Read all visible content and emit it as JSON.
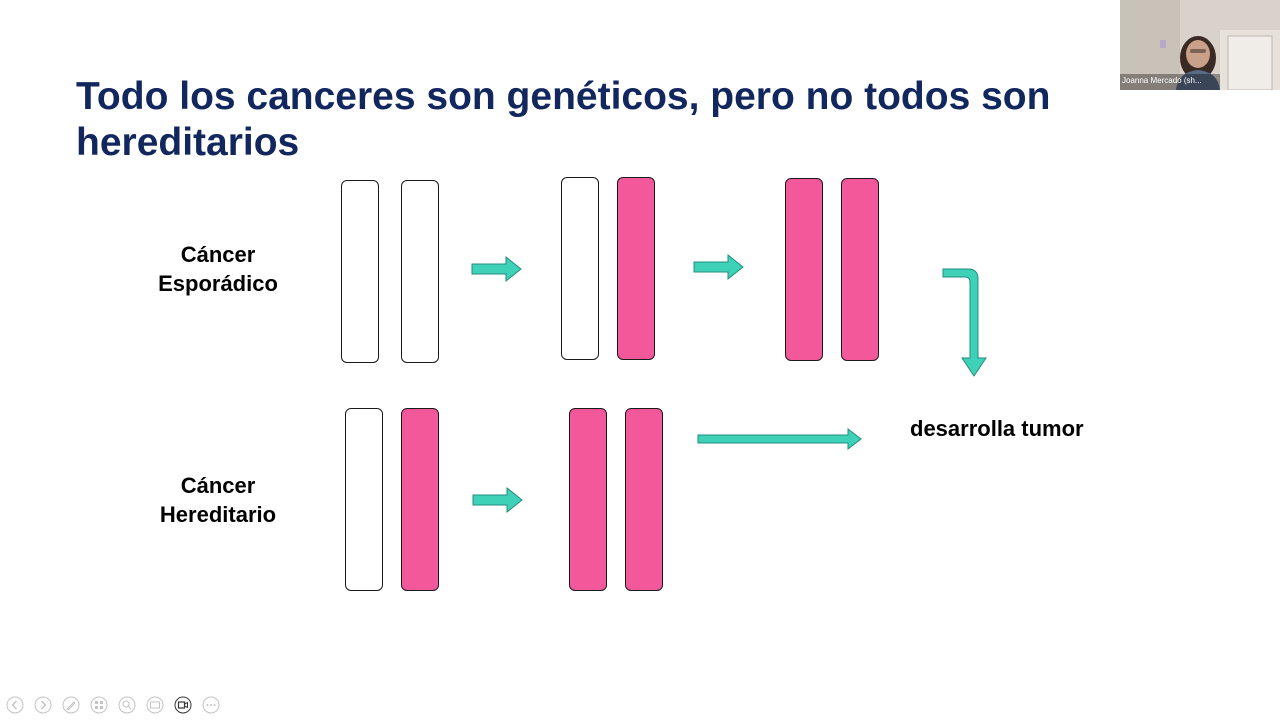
{
  "slide": {
    "title": "Todo los canceres son genéticos, pero no todos son hereditarios",
    "rows": [
      {
        "label_line1": "Cáncer",
        "label_line2": "Esporádico"
      },
      {
        "label_line1": "Cáncer",
        "label_line2": "Hereditario"
      }
    ],
    "outcome": "desarrolla tumor",
    "colors": {
      "title": "#13275f",
      "mutated": "#f2589a",
      "arrow": "#3fd1b8"
    }
  },
  "video": {
    "participant_name": "Joanna Mercado (sh..."
  },
  "toolbar": {
    "icons": [
      "previous-icon",
      "next-icon",
      "pen-icon",
      "slides-icon",
      "zoom-icon",
      "subtitles-icon",
      "camera-icon",
      "more-icon"
    ]
  }
}
